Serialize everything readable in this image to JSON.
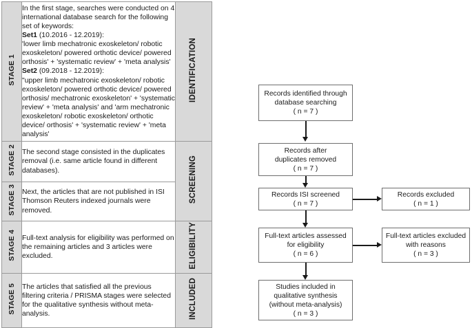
{
  "figure": {
    "kind": "prisma-flow-diagram"
  },
  "colors": {
    "stage_fill": "#d9d9d9",
    "cell_border": "#9a9a9a",
    "box_border": "#6d6d6d",
    "arrow": "#1a1a1a",
    "text": "#1a1a1a",
    "page_background": "#ffffff"
  },
  "table": {
    "rows": [
      {
        "stage_label": "STAGE 1",
        "description": "In the first stage, searches were conducted on 4 international database search for the following set of keywords:\n§Set1§ (10.2016 - 12.2019):\n 'lower limb mechatronic exoskeleton/ robotic exoskeleton/ powered orthotic device/ powered orthosis' + 'systematic review' + 'meta analysis'\n§Set2§ (09.2018 - 12.2019):\n\"upper limb mechatronic exoskeleton/ robotic exoskeleton/ powered orthotic device/ powered orthosis/ mechatronic exoskeleton' + 'systematic review' + 'meta analysis' and 'arm mechatronic exoskeleton/ robotic exoskeleton/ orthotic device/ orthosis' + 'systematic review' + 'meta analysis'"
      },
      {
        "stage_label": "STAGE 2",
        "description": "The second stage consisted in the duplicates removal (i.e. same article found in different databases)."
      },
      {
        "stage_label": "STAGE 3",
        "description": "Next, the articles that are not published in ISI Thomson Reuters indexed journals were removed."
      },
      {
        "stage_label": "STAGE 4",
        "description": "Full-text analysis for eligibility was performed on the remaining articles and 3 articles were excluded."
      },
      {
        "stage_label": "STAGE 5",
        "description": "The articles that satisfied all the previous filtering criteria / PRISMA stages were selected for the qualitative synthesis without meta-analysis."
      }
    ],
    "phases": [
      {
        "label": "IDENTIFICATION",
        "spans_rows": 1
      },
      {
        "label": "SCREENING",
        "spans_rows": 2
      },
      {
        "label": "ELIGIBILITY",
        "spans_rows": 1
      },
      {
        "label": "INCLUDED",
        "spans_rows": 1
      }
    ]
  },
  "flowchart": {
    "type": "prisma",
    "nodes": [
      {
        "id": "identified",
        "text": "Records identified through\ndatabase searching\n( n = 7 )",
        "n": 7,
        "column": "main"
      },
      {
        "id": "after-duplicates",
        "text": "Records after\nduplicates removed\n( n = 7 )",
        "n": 7,
        "column": "main"
      },
      {
        "id": "isi-screened",
        "text": "Records ISI screened\n( n = 7 )",
        "n": 7,
        "column": "main"
      },
      {
        "id": "records-excluded",
        "text": "Records excluded\n( n =  1 )",
        "n": 1,
        "column": "side"
      },
      {
        "id": "fulltext-assessed",
        "text": "Full-text articles assessed\nfor eligibility\n( n = 6 )",
        "n": 6,
        "column": "main"
      },
      {
        "id": "fulltext-excluded",
        "text": "Full-text articles excluded\nwith reasons\n( n = 3 )",
        "n": 3,
        "column": "side"
      },
      {
        "id": "studies-included",
        "text": "Studies included in\nqualitative synthesis\n(without meta-analysis)\n( n = 3 )",
        "n": 3,
        "column": "main"
      }
    ],
    "edges": [
      {
        "from": "identified",
        "to": "after-duplicates",
        "direction": "down"
      },
      {
        "from": "after-duplicates",
        "to": "isi-screened",
        "direction": "down"
      },
      {
        "from": "isi-screened",
        "to": "records-excluded",
        "direction": "right"
      },
      {
        "from": "isi-screened",
        "to": "fulltext-assessed",
        "direction": "down"
      },
      {
        "from": "fulltext-assessed",
        "to": "fulltext-excluded",
        "direction": "right"
      },
      {
        "from": "fulltext-assessed",
        "to": "studies-included",
        "direction": "down"
      }
    ]
  }
}
